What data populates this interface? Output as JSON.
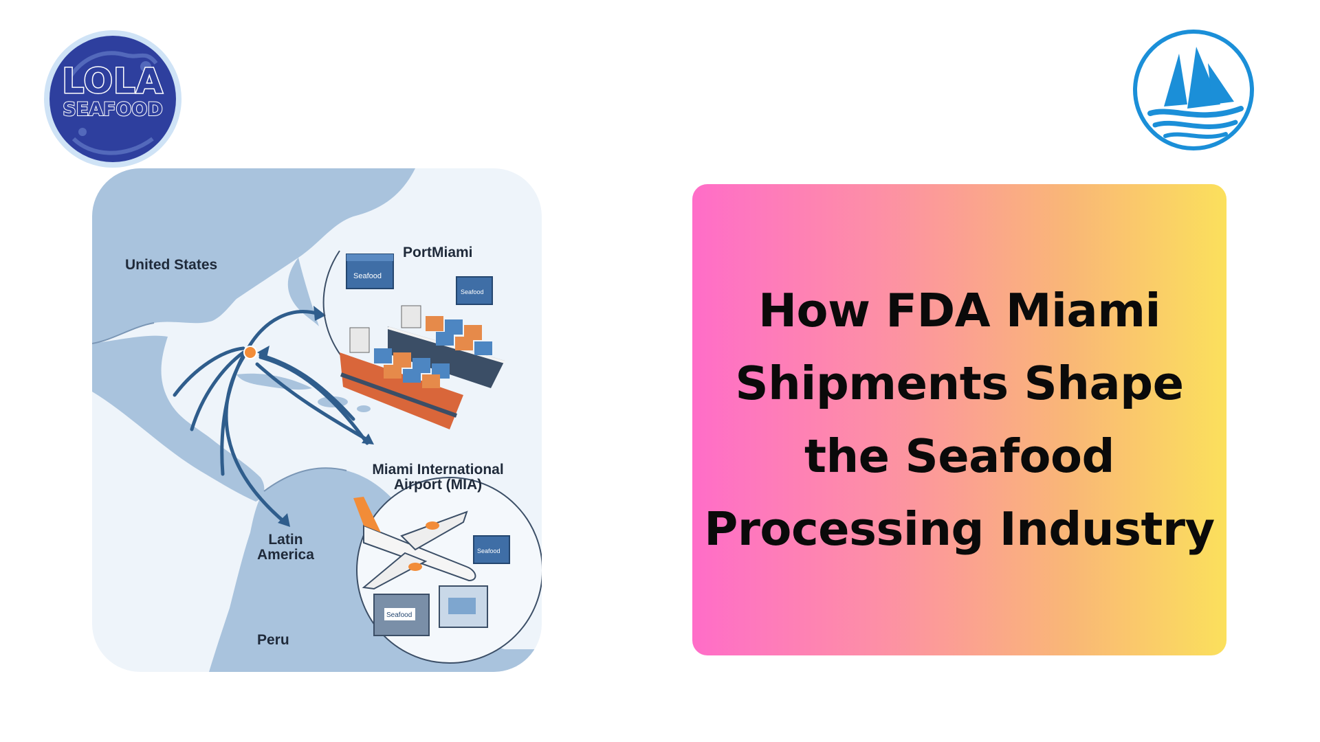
{
  "brand": {
    "logo_line1": "LOLA",
    "logo_line2": "SEAFOOD",
    "primary_color": "#2e3f9e",
    "secondary_logo_icon": "sailboat-waves-icon",
    "secondary_logo_color": "#1b8fd8"
  },
  "map": {
    "labels": {
      "united_states": "United States",
      "port_miami": "PortMiami",
      "mia": "Miami International\nAirport (MIA)",
      "latin_america": "Latin\nAmerica",
      "peru": "Peru"
    },
    "container_text": "Seafood",
    "land_color": "#a9c3dd",
    "water_color": "#eef4fa",
    "route_color": "#2f5d8c",
    "hub_color": "#f28c38"
  },
  "title": {
    "line1": "How FDA Miami",
    "line2": "Shipments Shape",
    "line3": "the Seafood",
    "line4": "Processing Industry"
  }
}
